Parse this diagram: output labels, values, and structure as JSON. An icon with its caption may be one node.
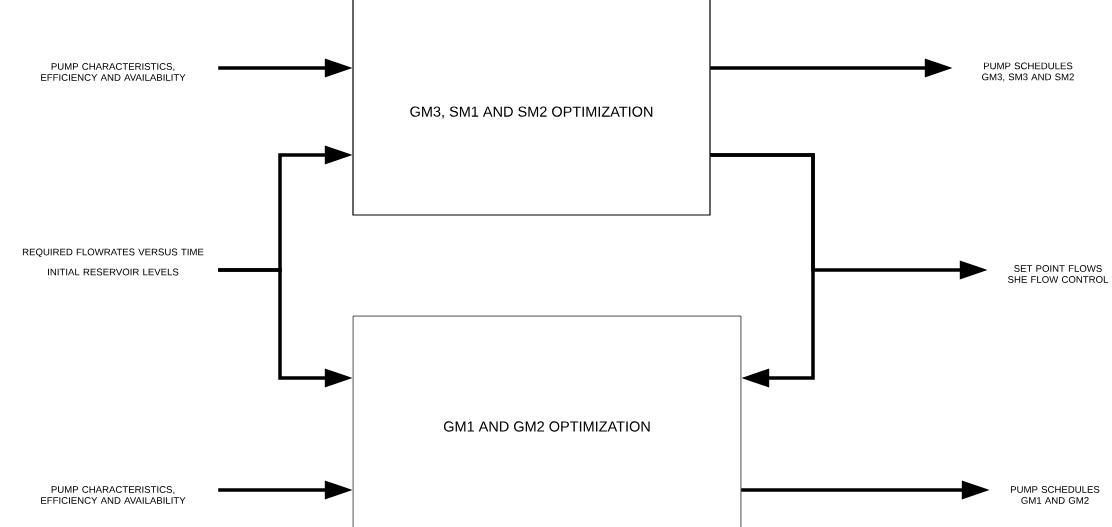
{
  "diagram": {
    "nodes": [
      {
        "text": [
          "GM3, SM1 AND SM2 OPTIMIZATION"
        ]
      },
      {
        "text": [
          "GM1 AND GM2 OPTIMIZATION"
        ]
      },
      {
        "text": [
          "PUMP CHARACTERISTICS, EFFICIENCY AND AVAILABILITY"
        ]
      },
      {
        "text": [
          "REQUIRED FLOWRATES VERSUS TIME",
          "INITIAL RESERVOIR LEVELS"
        ]
      },
      {
        "text": [
          "PUMP SCHEDULES GM3, SM3 AND SM2"
        ]
      },
      {
        "text": [
          "SET POINT FLOWS SHE  FLOW CONTROL"
        ]
      },
      {
        "text": [
          "PUMP CHARACTERISTICS, EFFICIENCY AND AVAILABILITY"
        ]
      },
      {
        "text": [
          "PUMP SCHEDULES GM1 AND GM2"
        ]
      }
    ],
    "edges": [
      {
        "from": 2,
        "to": 0,
        "arrow": "to"
      },
      {
        "from": 3,
        "to": 0,
        "arrow": "to"
      },
      {
        "from": 3,
        "to": 1,
        "arrow": "to"
      },
      {
        "from": 0,
        "to": 4,
        "arrow": "to"
      },
      {
        "from": 0,
        "to": 5,
        "arrow": "to"
      },
      {
        "from": 0,
        "to": 1,
        "arrow": "to"
      },
      {
        "from": 6,
        "to": 1,
        "arrow": "to"
      },
      {
        "from": 1,
        "to": 7,
        "arrow": "to"
      }
    ]
  }
}
